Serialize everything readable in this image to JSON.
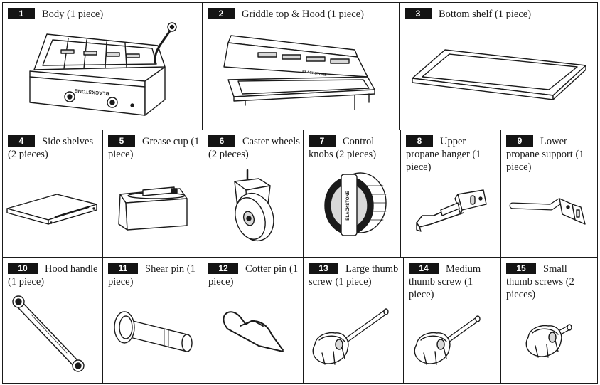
{
  "brand": "BLACKSTONE",
  "parts": [
    {
      "num": "1",
      "label": "Body (1 piece)",
      "icon": "body-icon"
    },
    {
      "num": "2",
      "label": "Griddle top & Hood (1 piece)",
      "icon": "griddle-top-hood-icon"
    },
    {
      "num": "3",
      "label": "Bottom shelf (1 piece)",
      "icon": "bottom-shelf-icon"
    },
    {
      "num": "4",
      "label": "Side shelves (2 pieces)",
      "icon": "side-shelf-icon"
    },
    {
      "num": "5",
      "label": "Grease cup (1 piece)",
      "icon": "grease-cup-icon"
    },
    {
      "num": "6",
      "label": "Caster wheels (2 pieces)",
      "icon": "caster-wheel-icon"
    },
    {
      "num": "7",
      "label": "Control knobs (2 pieces)",
      "icon": "control-knob-icon"
    },
    {
      "num": "8",
      "label": "Upper propane hanger (1 piece)",
      "icon": "upper-propane-hanger-icon"
    },
    {
      "num": "9",
      "label": "Lower propane support (1 piece)",
      "icon": "lower-propane-support-icon"
    },
    {
      "num": "10",
      "label": "Hood handle (1 piece)",
      "icon": "hood-handle-icon"
    },
    {
      "num": "11",
      "label": "Shear pin (1 piece)",
      "icon": "shear-pin-icon"
    },
    {
      "num": "12",
      "label": "Cotter pin (1 piece)",
      "icon": "cotter-pin-icon"
    },
    {
      "num": "13",
      "label": "Large thumb screw (1 piece)",
      "icon": "large-thumb-screw-icon"
    },
    {
      "num": "14",
      "label": "Medium thumb screw (1 piece)",
      "icon": "medium-thumb-screw-icon"
    },
    {
      "num": "15",
      "label": "Small thumb screws (2 pieces)",
      "icon": "small-thumb-screw-icon"
    }
  ]
}
